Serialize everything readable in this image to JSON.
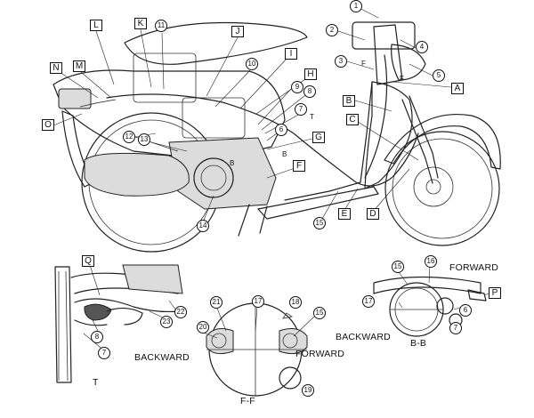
{
  "figure": "wiring-harness routing diagram",
  "box_labels": {
    "A": "A",
    "B": "B",
    "C": "C",
    "D": "D",
    "E": "E",
    "F": "F",
    "G": "G",
    "H": "H",
    "I": "I",
    "J": "J",
    "K": "K",
    "L": "L",
    "M": "M",
    "N": "N",
    "O": "O",
    "P": "P",
    "Q": "Q"
  },
  "circle_labels": {
    "c1": "1",
    "c2": "2",
    "c3": "3",
    "c4": "4",
    "c5": "5",
    "c6": "6",
    "c7": "7",
    "c8": "8",
    "c9": "9",
    "c10": "10",
    "c11": "11",
    "c12": "12",
    "c13": "13",
    "c14": "14",
    "c15": "15",
    "c16": "16",
    "c17": "17",
    "c18": "18",
    "c19": "19",
    "c20": "20",
    "c21": "21",
    "c22": "22",
    "c23": "23"
  },
  "text_labels": {
    "forward": "FORWARD",
    "backward": "BACKWARD",
    "section_bb": "B-B",
    "section_ff": "F-F",
    "t": "T",
    "b": "B",
    "f": "F"
  }
}
